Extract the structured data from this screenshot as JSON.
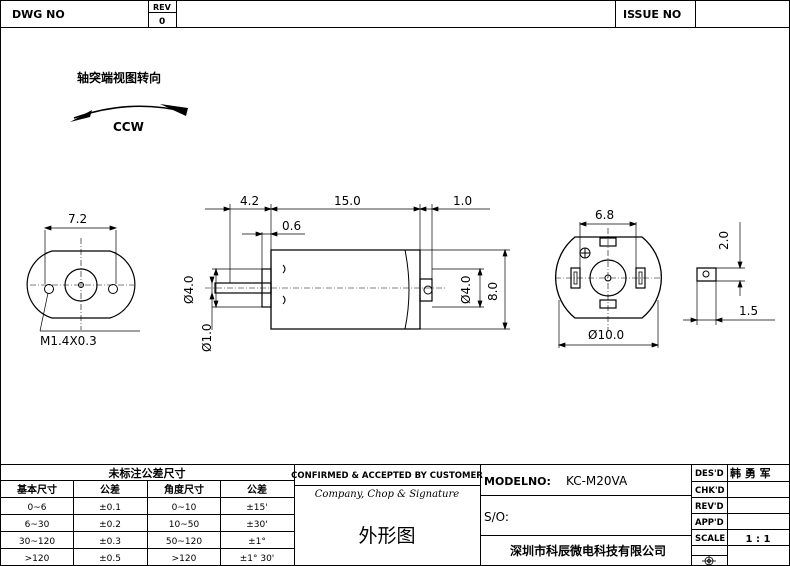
{
  "header": {
    "dwg_no_label": "DWG   NO",
    "rev_label": "REV",
    "rev_value": "0",
    "issue_no_label": "ISSUE   NO"
  },
  "rotation": {
    "note": "轴突端视图转向",
    "direction": "CCW"
  },
  "dimensions": {
    "front_width": "7.2",
    "mount_hole": "M1.4X0.3",
    "shaft_length": "4.2",
    "body_length": "15.0",
    "terminal_length": "1.0",
    "flange_thickness": "0.6",
    "shaft_dia_left": "Ø4.0",
    "shaft_dia": "Ø1.0",
    "body_dia": "Ø4.0",
    "height": "8.0",
    "rear_width": "6.8",
    "rear_dia": "Ø10.0",
    "terminal_height": "2.0",
    "terminal_width": "1.5"
  },
  "tolerance_table": {
    "title": "未标注公差尺寸",
    "headers": [
      "基本尺寸",
      "公差",
      "角度尺寸",
      "公差"
    ],
    "rows": [
      [
        "0~6",
        "±0.1",
        "0~10",
        "±15'"
      ],
      [
        "6~30",
        "±0.2",
        "10~50",
        "±30'"
      ],
      [
        "30~120",
        "±0.3",
        "50~120",
        "±1°"
      ],
      [
        ">120",
        "±0.5",
        ">120",
        "±1° 30'"
      ]
    ]
  },
  "confirm": {
    "title": "CONFIRMED & ACCEPTED BY CUSTOMER",
    "subtitle": "Company, Chop & Signature",
    "drawing_name": "外形图"
  },
  "model": {
    "label": "MODELNO:",
    "value": "KC-M20VA",
    "so_label": "S/O:",
    "company": "深圳市科辰微电科技有限公司"
  },
  "signoff": {
    "des_label": "DES'D",
    "des_value": "韩 勇 军",
    "chk_label": "CHK'D",
    "rev_label": "REV'D",
    "app_label": "APP'D",
    "scale_label": "SCALE",
    "scale_value": "1 : 1"
  }
}
